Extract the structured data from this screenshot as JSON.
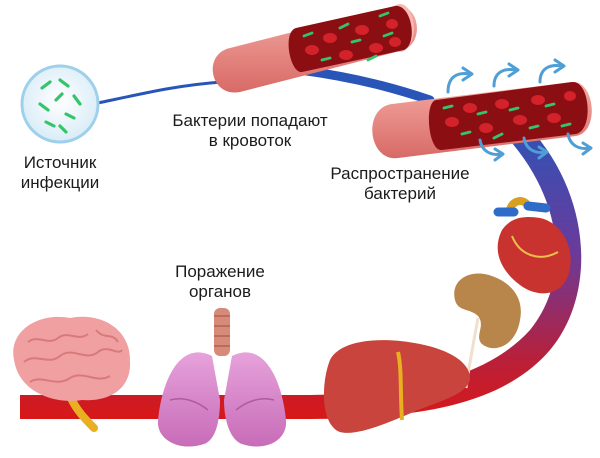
{
  "labels": {
    "source": [
      "Источник",
      "инфекции"
    ],
    "bacteria_enter": [
      "Бактерии попадают",
      "в кровоток"
    ],
    "spread": [
      "Распространение",
      "бактерий"
    ],
    "organ_damage": [
      "Поражение",
      "органов"
    ]
  },
  "colors": {
    "path_blue": "#2a55b8",
    "path_purple": "#6b3a9a",
    "path_red": "#d81818",
    "vessel_outer": "#e07b7b",
    "vessel_inner": "#8b0f12",
    "blood_cell": "#d3222a",
    "bacteria": "#35c46a",
    "arrow": "#4f9fd6",
    "brain": "#f0a0a0",
    "lungs": "#d880c8",
    "liver": "#c8443c",
    "kidney": "#b8864a",
    "heart": "#c8332f"
  },
  "icons": [
    "bacteria-culture-icon",
    "blood-vessel-icon",
    "spread-arrow-icon",
    "heart-icon",
    "kidney-icon",
    "liver-icon",
    "lungs-icon",
    "brain-icon"
  ]
}
